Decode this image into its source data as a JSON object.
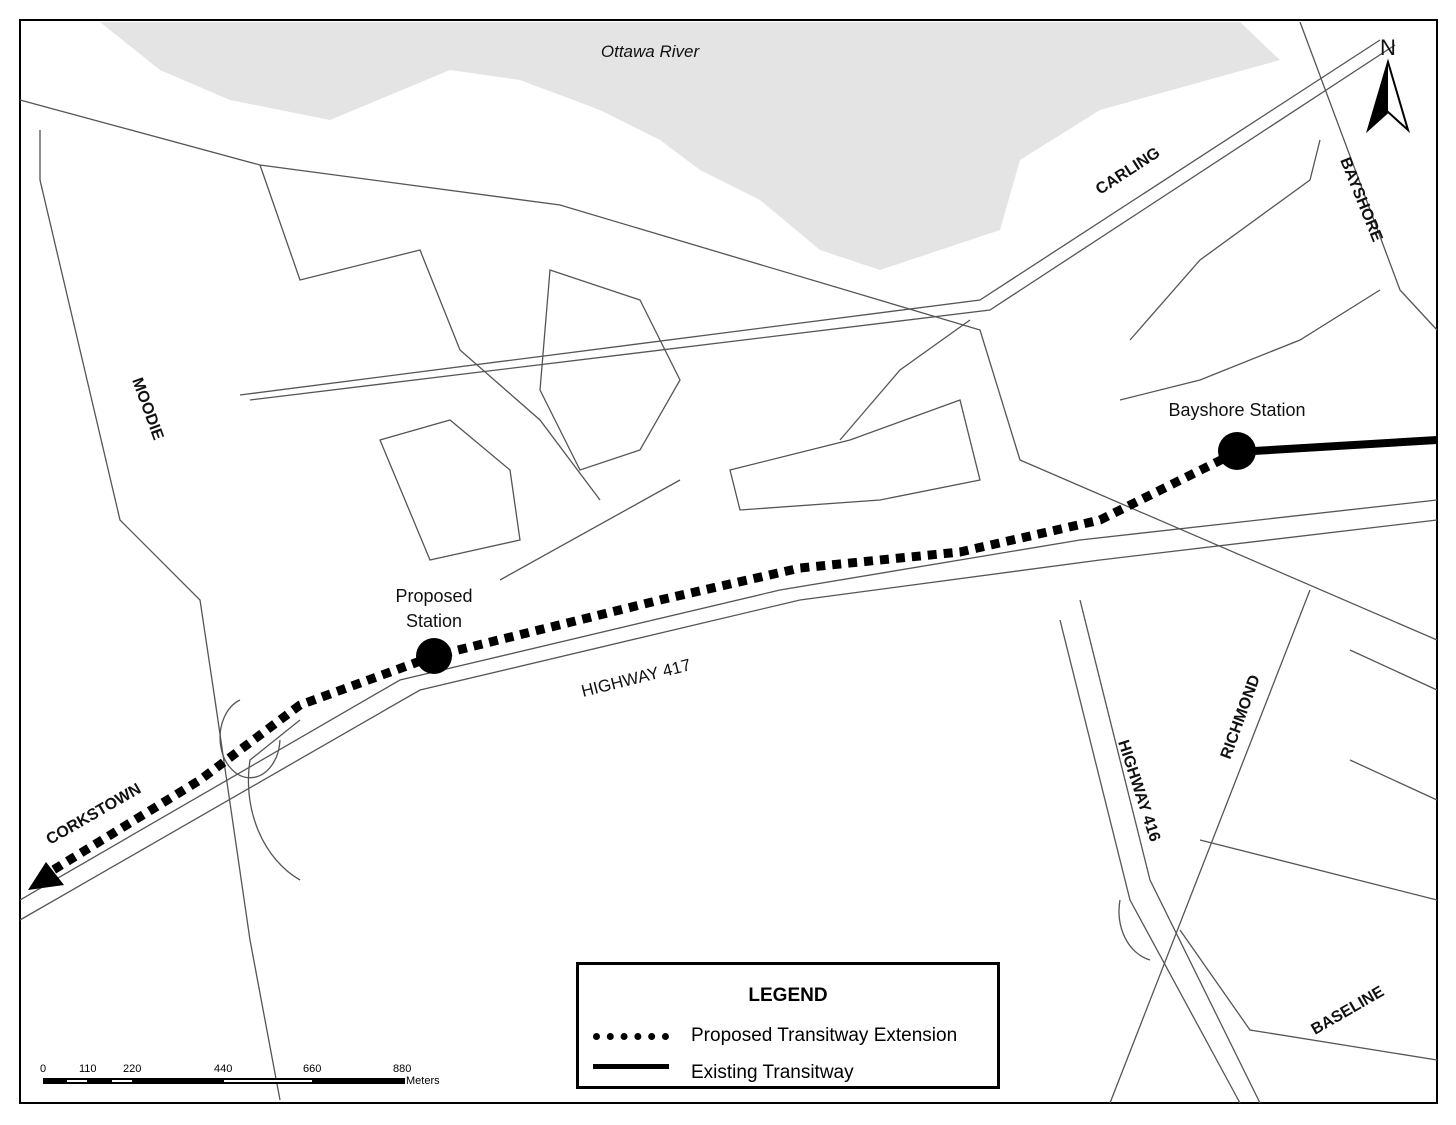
{
  "map": {
    "water_label": "Ottawa River",
    "north_label": "N",
    "road_labels": {
      "carling": "CARLING",
      "bayshore": "BAYSHORE",
      "moodie": "MOODIE",
      "highway417": "HIGHWAY 417",
      "highway416": "HIGHWAY 416",
      "richmond": "RICHMOND",
      "corkstown": "CORKSTOWN",
      "baseline": "BASELINE"
    },
    "stations": {
      "bayshore": "Bayshore Station",
      "proposed_line1": "Proposed",
      "proposed_line2": "Station"
    }
  },
  "legend": {
    "title": "LEGEND",
    "items": [
      {
        "label": "Proposed Transitway Extension"
      },
      {
        "label": "Existing Transitway"
      }
    ]
  },
  "scale_bar": {
    "ticks": [
      "0",
      "110",
      "220",
      "440",
      "660",
      "880"
    ],
    "unit": "Meters"
  },
  "colors": {
    "water": "#e4e4e4",
    "road": "#555555",
    "transit": "#000000"
  }
}
